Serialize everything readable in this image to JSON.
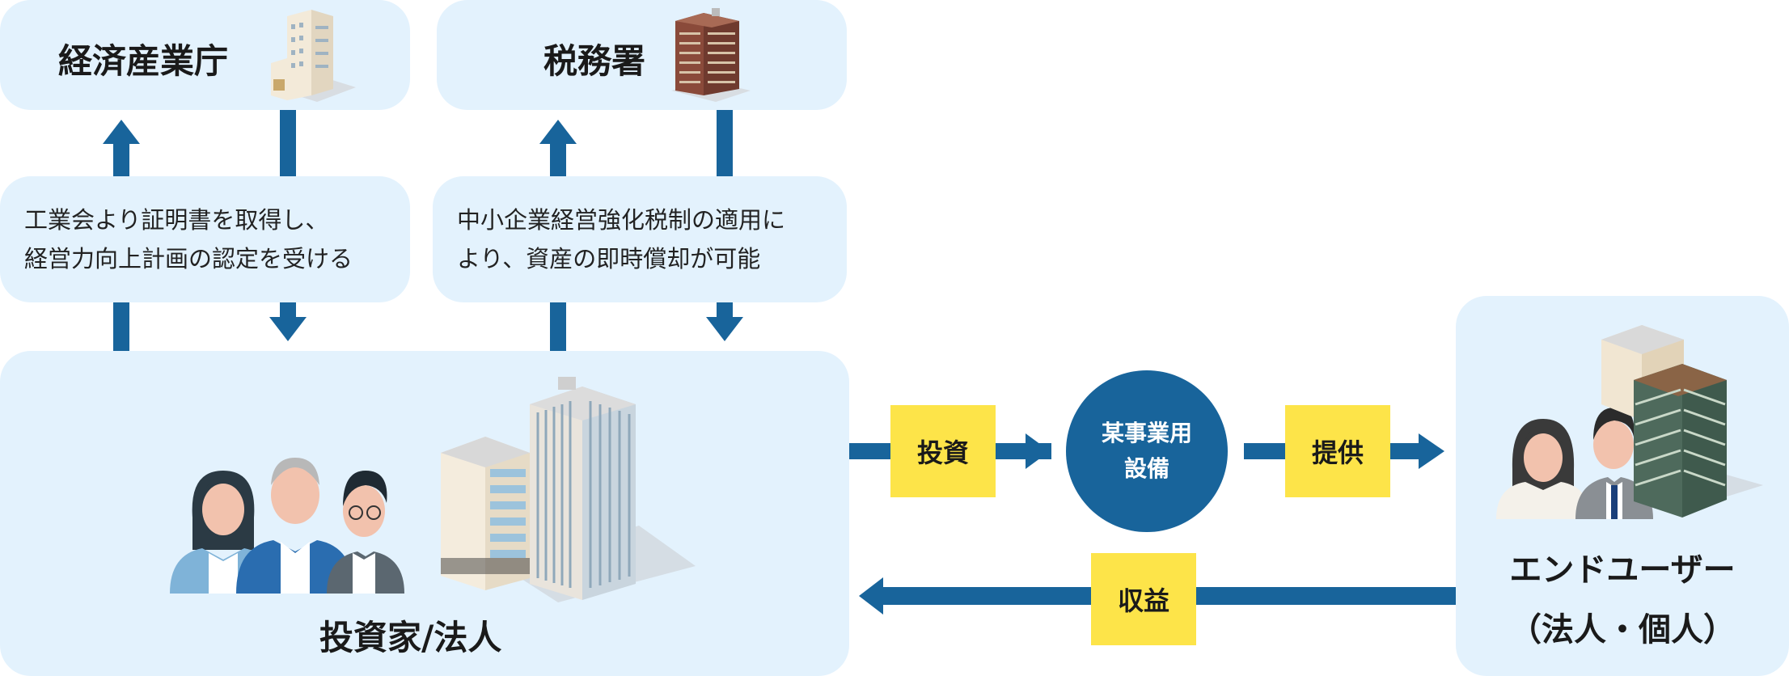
{
  "agencies": {
    "meti": {
      "title": "経済産業庁"
    },
    "tax": {
      "title": "税務署"
    }
  },
  "notes": {
    "meti_note": {
      "line1": "工業会より証明書を取得し、",
      "line2": "経営力向上計画の認定を受ける"
    },
    "tax_note": {
      "line1": "中小企業経営強化税制の適用に",
      "line2": "より、資産の即時償却が可能"
    }
  },
  "investor": {
    "title": "投資家/法人"
  },
  "enduser": {
    "line1": "エンドユーザー",
    "line2": "（法人・個人）"
  },
  "flow": {
    "invest": "投資",
    "equipment_line1": "某事業用",
    "equipment_line2": "設備",
    "provide": "提供",
    "revenue": "収益"
  },
  "colors": {
    "box_bg": "#e3f2fd",
    "arrow": "#18649b",
    "label_bg": "#fde449",
    "circle": "#18649b"
  }
}
